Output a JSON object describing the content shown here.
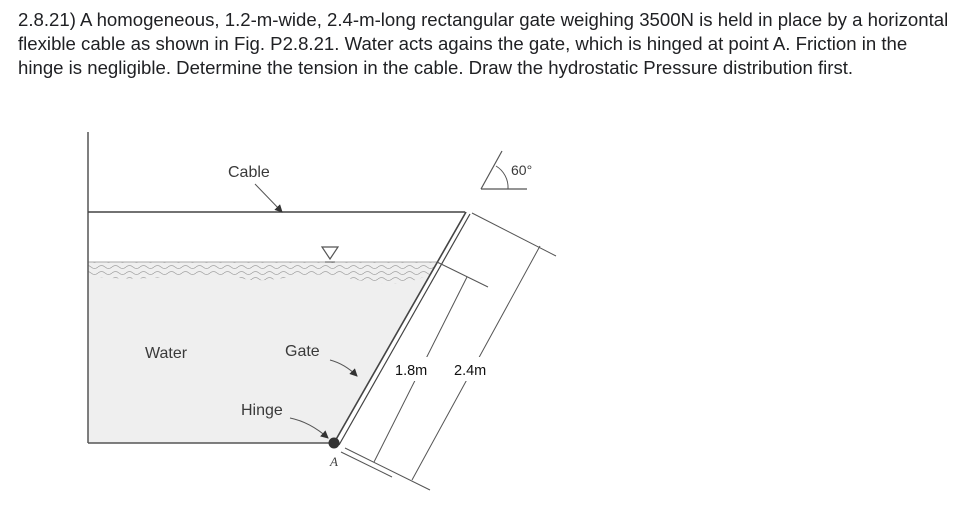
{
  "problem": {
    "text": "2.8.21) A homogeneous, 1.2-m-wide, 2.4-m-long rectangular gate weighing 3500N is held in place by a horizontal flexible cable as shown in Fig. P2.8.21. Water acts agains the gate, which is hinged at point A. Friction in the hinge is negligible. Determine the tension in the cable. Draw the hydrostatic Pressure distribution first."
  },
  "figure": {
    "labels": {
      "cable": "Cable",
      "water": "Water",
      "gate": "Gate",
      "hinge": "Hinge",
      "point_a": "A",
      "angle": "60°"
    },
    "dimensions": {
      "depth": "1.8m",
      "gate_length": "2.4m"
    }
  }
}
